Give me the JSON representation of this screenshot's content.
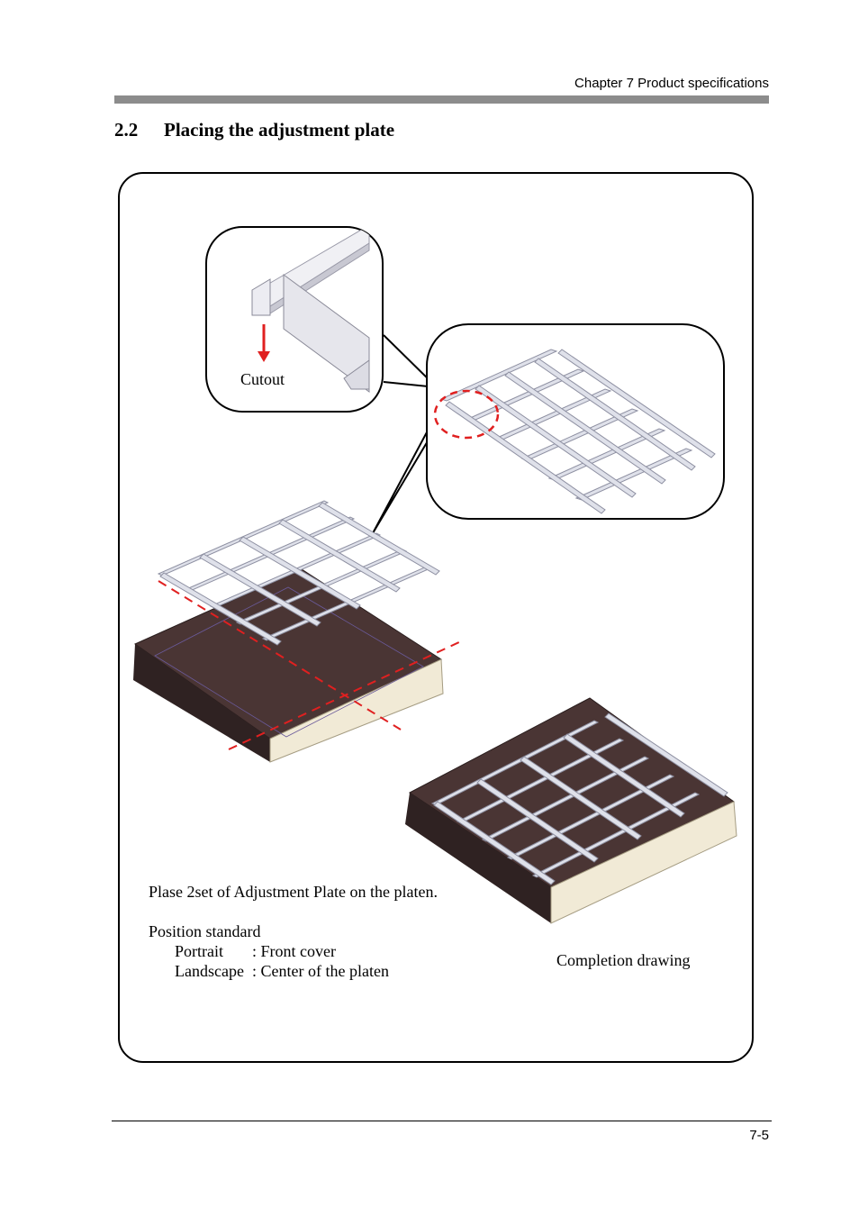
{
  "header": {
    "chapter": "Chapter 7 Product specifications"
  },
  "section": {
    "number": "2.2",
    "title": "Placing the adjustment plate"
  },
  "figure": {
    "cutout_label": "Cutout",
    "instructions": {
      "line1": "Plase 2set of Adjustment Plate on the platen.",
      "standard_heading": "Position standard",
      "portrait_label": "Portrait",
      "portrait_value": ": Front cover",
      "landscape_label": "Landscape",
      "landscape_value": ": Center of the platen"
    },
    "completion_label": "Completion drawing"
  },
  "footer": {
    "page_number": "7-5"
  },
  "colors": {
    "platen": "#4a3534",
    "grid": "#d6d8e2",
    "marker": "#e02020",
    "cover": "#f1ead6"
  }
}
